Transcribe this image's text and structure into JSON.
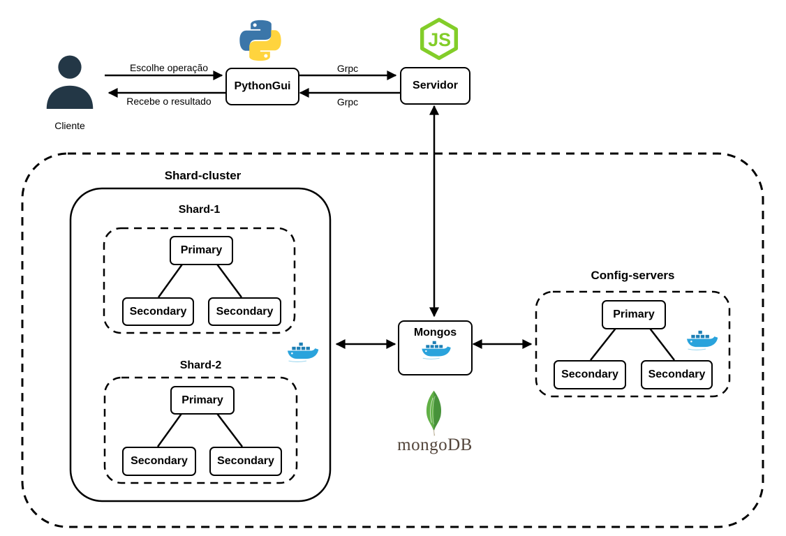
{
  "client": {
    "label": "Cliente"
  },
  "edges": {
    "escolhe_label": "Escolhe operação",
    "recebe_label": "Recebe o resultado",
    "grpc_top_label": "Grpc",
    "grpc_bottom_label": "Grpc"
  },
  "nodes": {
    "python_gui": {
      "label": "PythonGui",
      "icon": "python-logo"
    },
    "servidor": {
      "label": "Servidor",
      "icon": "nodejs-logo"
    },
    "mongos": {
      "label": "Mongos",
      "icon": "docker-logo"
    }
  },
  "shard_cluster": {
    "title": "Shard-cluster",
    "docker_icon": "docker-logo",
    "shards": [
      {
        "title": "Shard-1",
        "primary_label": "Primary",
        "secondary_labels": [
          "Secondary",
          "Secondary"
        ]
      },
      {
        "title": "Shard-2",
        "primary_label": "Primary",
        "secondary_labels": [
          "Secondary",
          "Secondary"
        ]
      }
    ]
  },
  "config_servers": {
    "title": "Config-servers",
    "docker_icon": "docker-logo",
    "primary_label": "Primary",
    "secondary_labels": [
      "Secondary",
      "Secondary"
    ]
  },
  "mongodb": {
    "wordmark": "mongoDB",
    "icon": "mongodb-leaf"
  },
  "colors": {
    "stroke": "#000000",
    "actor": "#233746",
    "python_blue": "#3b76a9",
    "python_yellow": "#ffd43e",
    "nodejs_green": "#83cd29",
    "docker_blue": "#2aa3dc",
    "docker_dark": "#1d7fb5",
    "mongodb_leaf_light": "#61b046",
    "mongodb_leaf_dark": "#47923a",
    "mongodb_text": "#52443a"
  }
}
